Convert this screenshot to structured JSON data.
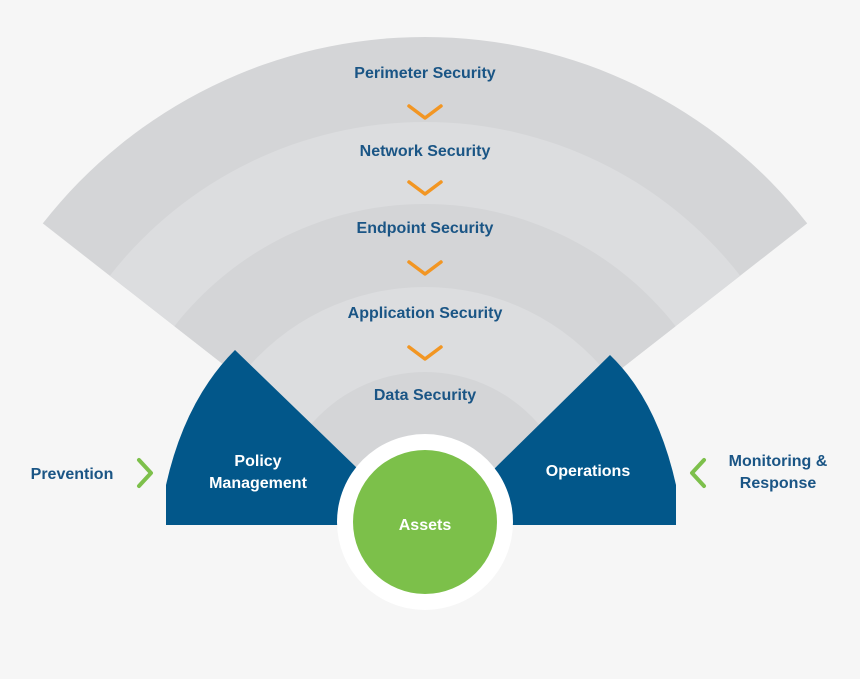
{
  "layers": [
    {
      "label": "Perimeter Security",
      "fill": "#d4d5d7"
    },
    {
      "label": "Network Security",
      "fill": "#dcdddf"
    },
    {
      "label": "Endpoint Security",
      "fill": "#d4d5d7"
    },
    {
      "label": "Application Security",
      "fill": "#dcdddf"
    },
    {
      "label": "Data Security",
      "fill": "#d4d5d7"
    }
  ],
  "panels": {
    "left": {
      "line1": "Policy",
      "line2": "Management"
    },
    "right": {
      "line1": "Operations"
    }
  },
  "core": {
    "label": "Assets"
  },
  "side_labels": {
    "left": {
      "line1": "Prevention"
    },
    "right": {
      "line1": "Monitoring &",
      "line2": "Response"
    }
  },
  "colors": {
    "navy": "#02578a",
    "title_text": "#1a5585",
    "arrow_orange": "#f29623",
    "chevron_green": "#7dc04b",
    "core_green": "#7cc04a",
    "white": "#ffffff"
  },
  "icons": {
    "layer_arrow": "chevron-down-icon",
    "left_chevron": "chevron-right-icon",
    "right_chevron": "chevron-left-icon"
  }
}
